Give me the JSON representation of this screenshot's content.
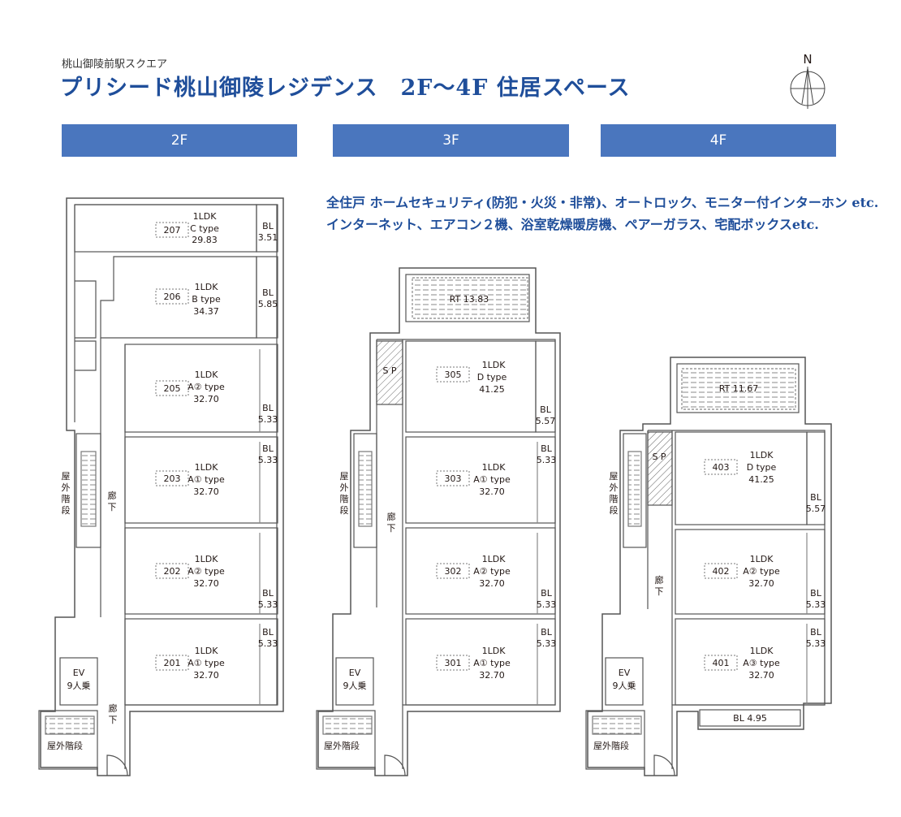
{
  "header": {
    "subtitle": "桃山御陵前駅スクエア",
    "title": "プリシード桃山御陵レジデンス　2F〜4F  住居スペース",
    "north_label": "N"
  },
  "floor_tabs": [
    "2F",
    "3F",
    "4F"
  ],
  "features": {
    "line1": "全住戸 ホームセキュリティ(防犯・火災・非常)、オートロック、モニター付インターホン etc.",
    "line2": "インターネット、エアコン２機、浴室乾燥暖房機、ペアーガラス、宅配ボックスetc."
  },
  "common_labels": {
    "corridor_1": "廊",
    "corridor_2": "下",
    "ext_stairs_chars": [
      "屋",
      "外",
      "階",
      "段"
    ],
    "ext_stairs": "屋外階段",
    "ev_1": "EV",
    "ev_2": "9人乗",
    "sp": "S P"
  },
  "floors": {
    "f2": {
      "units": [
        {
          "no": "207",
          "layout": "1LDK",
          "type": "C type",
          "area": "29.83",
          "bl_label": "BL",
          "bl_area": "3.51"
        },
        {
          "no": "206",
          "layout": "1LDK",
          "type": "B type",
          "area": "34.37",
          "bl_label": "BL",
          "bl_area": "5.85"
        },
        {
          "no": "205",
          "layout": "1LDK",
          "type": "A② type",
          "area": "32.70",
          "bl_label": "BL",
          "bl_area": "5.33"
        },
        {
          "no": "203",
          "layout": "1LDK",
          "type": "A① type",
          "area": "32.70",
          "bl_label": "BL",
          "bl_area": "5.33"
        },
        {
          "no": "202",
          "layout": "1LDK",
          "type": "A② type",
          "area": "32.70",
          "bl_label": "BL",
          "bl_area": "5.33"
        },
        {
          "no": "201",
          "layout": "1LDK",
          "type": "A① type",
          "area": "32.70",
          "bl_label": "BL",
          "bl_area": "5.33"
        }
      ]
    },
    "f3": {
      "rt": "RT  13.83",
      "units": [
        {
          "no": "305",
          "layout": "1LDK",
          "type": "D type",
          "area": "41.25",
          "bl_label": "BL",
          "bl_area": "5.57"
        },
        {
          "no": "303",
          "layout": "1LDK",
          "type": "A① type",
          "area": "32.70",
          "bl_label": "BL",
          "bl_area": "5.33"
        },
        {
          "no": "302",
          "layout": "1LDK",
          "type": "A② type",
          "area": "32.70",
          "bl_label": "BL",
          "bl_area": "5.33"
        },
        {
          "no": "301",
          "layout": "1LDK",
          "type": "A① type",
          "area": "32.70",
          "bl_label": "BL",
          "bl_area": "5.33"
        }
      ]
    },
    "f4": {
      "rt": "RT  11.67",
      "bottom_bl": "BL 4.95",
      "units": [
        {
          "no": "403",
          "layout": "1LDK",
          "type": "D type",
          "area": "41.25",
          "bl_label": "BL",
          "bl_area": "5.57"
        },
        {
          "no": "402",
          "layout": "1LDK",
          "type": "A② type",
          "area": "32.70",
          "bl_label": "BL",
          "bl_area": "5.33"
        },
        {
          "no": "401",
          "layout": "1LDK",
          "type": "A③ type",
          "area": "32.70",
          "bl_label": "BL",
          "bl_area": "5.33"
        }
      ]
    }
  }
}
